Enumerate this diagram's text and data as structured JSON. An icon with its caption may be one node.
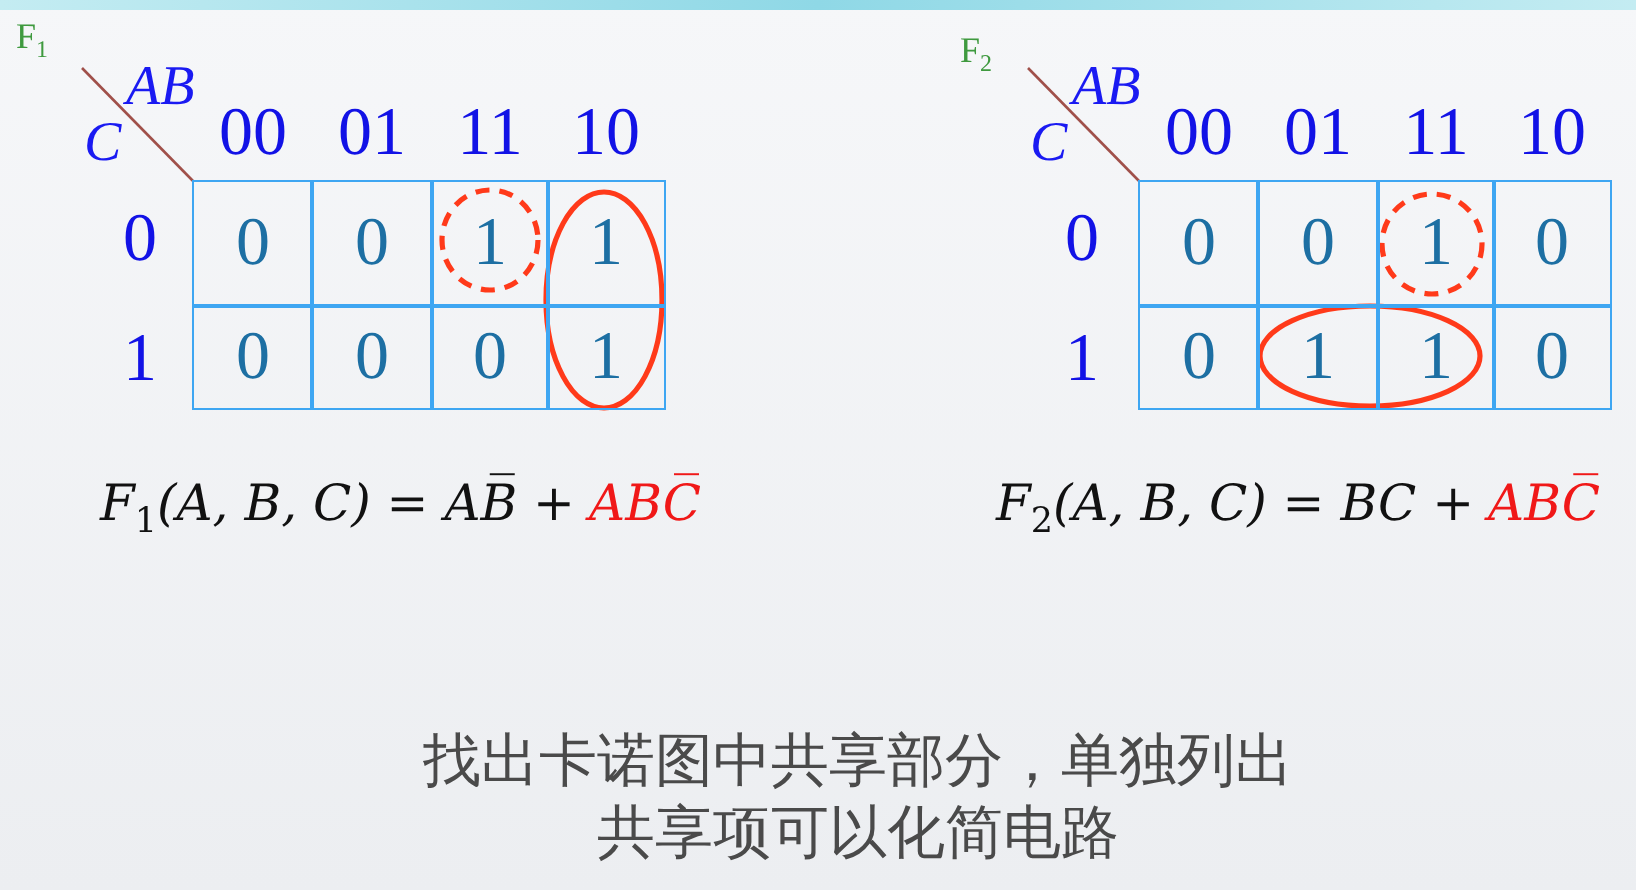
{
  "diagram": {
    "caption": "找出卡诺图中共享部分，单独列出共享项可以化简电路",
    "nodes": [
      {
        "text": [
          "0"
        ]
      },
      {
        "text": [
          "0"
        ]
      },
      {
        "text": [
          "1"
        ]
      },
      {
        "text": [
          "1"
        ]
      },
      {
        "text": [
          "0"
        ]
      },
      {
        "text": [
          "0"
        ]
      },
      {
        "text": [
          "0"
        ]
      },
      {
        "text": [
          "1"
        ]
      },
      {
        "text": [
          "0"
        ]
      },
      {
        "text": [
          "0"
        ]
      },
      {
        "text": [
          "1"
        ]
      },
      {
        "text": [
          "0"
        ]
      },
      {
        "text": [
          "0"
        ]
      },
      {
        "text": [
          "1"
        ]
      },
      {
        "text": [
          "1"
        ]
      },
      {
        "text": [
          "0"
        ]
      }
    ],
    "labels": [
      "F$_{1}$",
      "AB",
      "C",
      "00",
      "01",
      "11",
      "10",
      "0",
      "1",
      "F$_{2}$",
      "AB",
      "C",
      "00",
      "01",
      "11",
      "10",
      "0",
      "1",
      "F$_{1}$(A, B, C) = AB̅ +",
      "ABC̅",
      "F$_{2}$(A, B, C) = BC +",
      "ABC̅"
    ]
  }
}
